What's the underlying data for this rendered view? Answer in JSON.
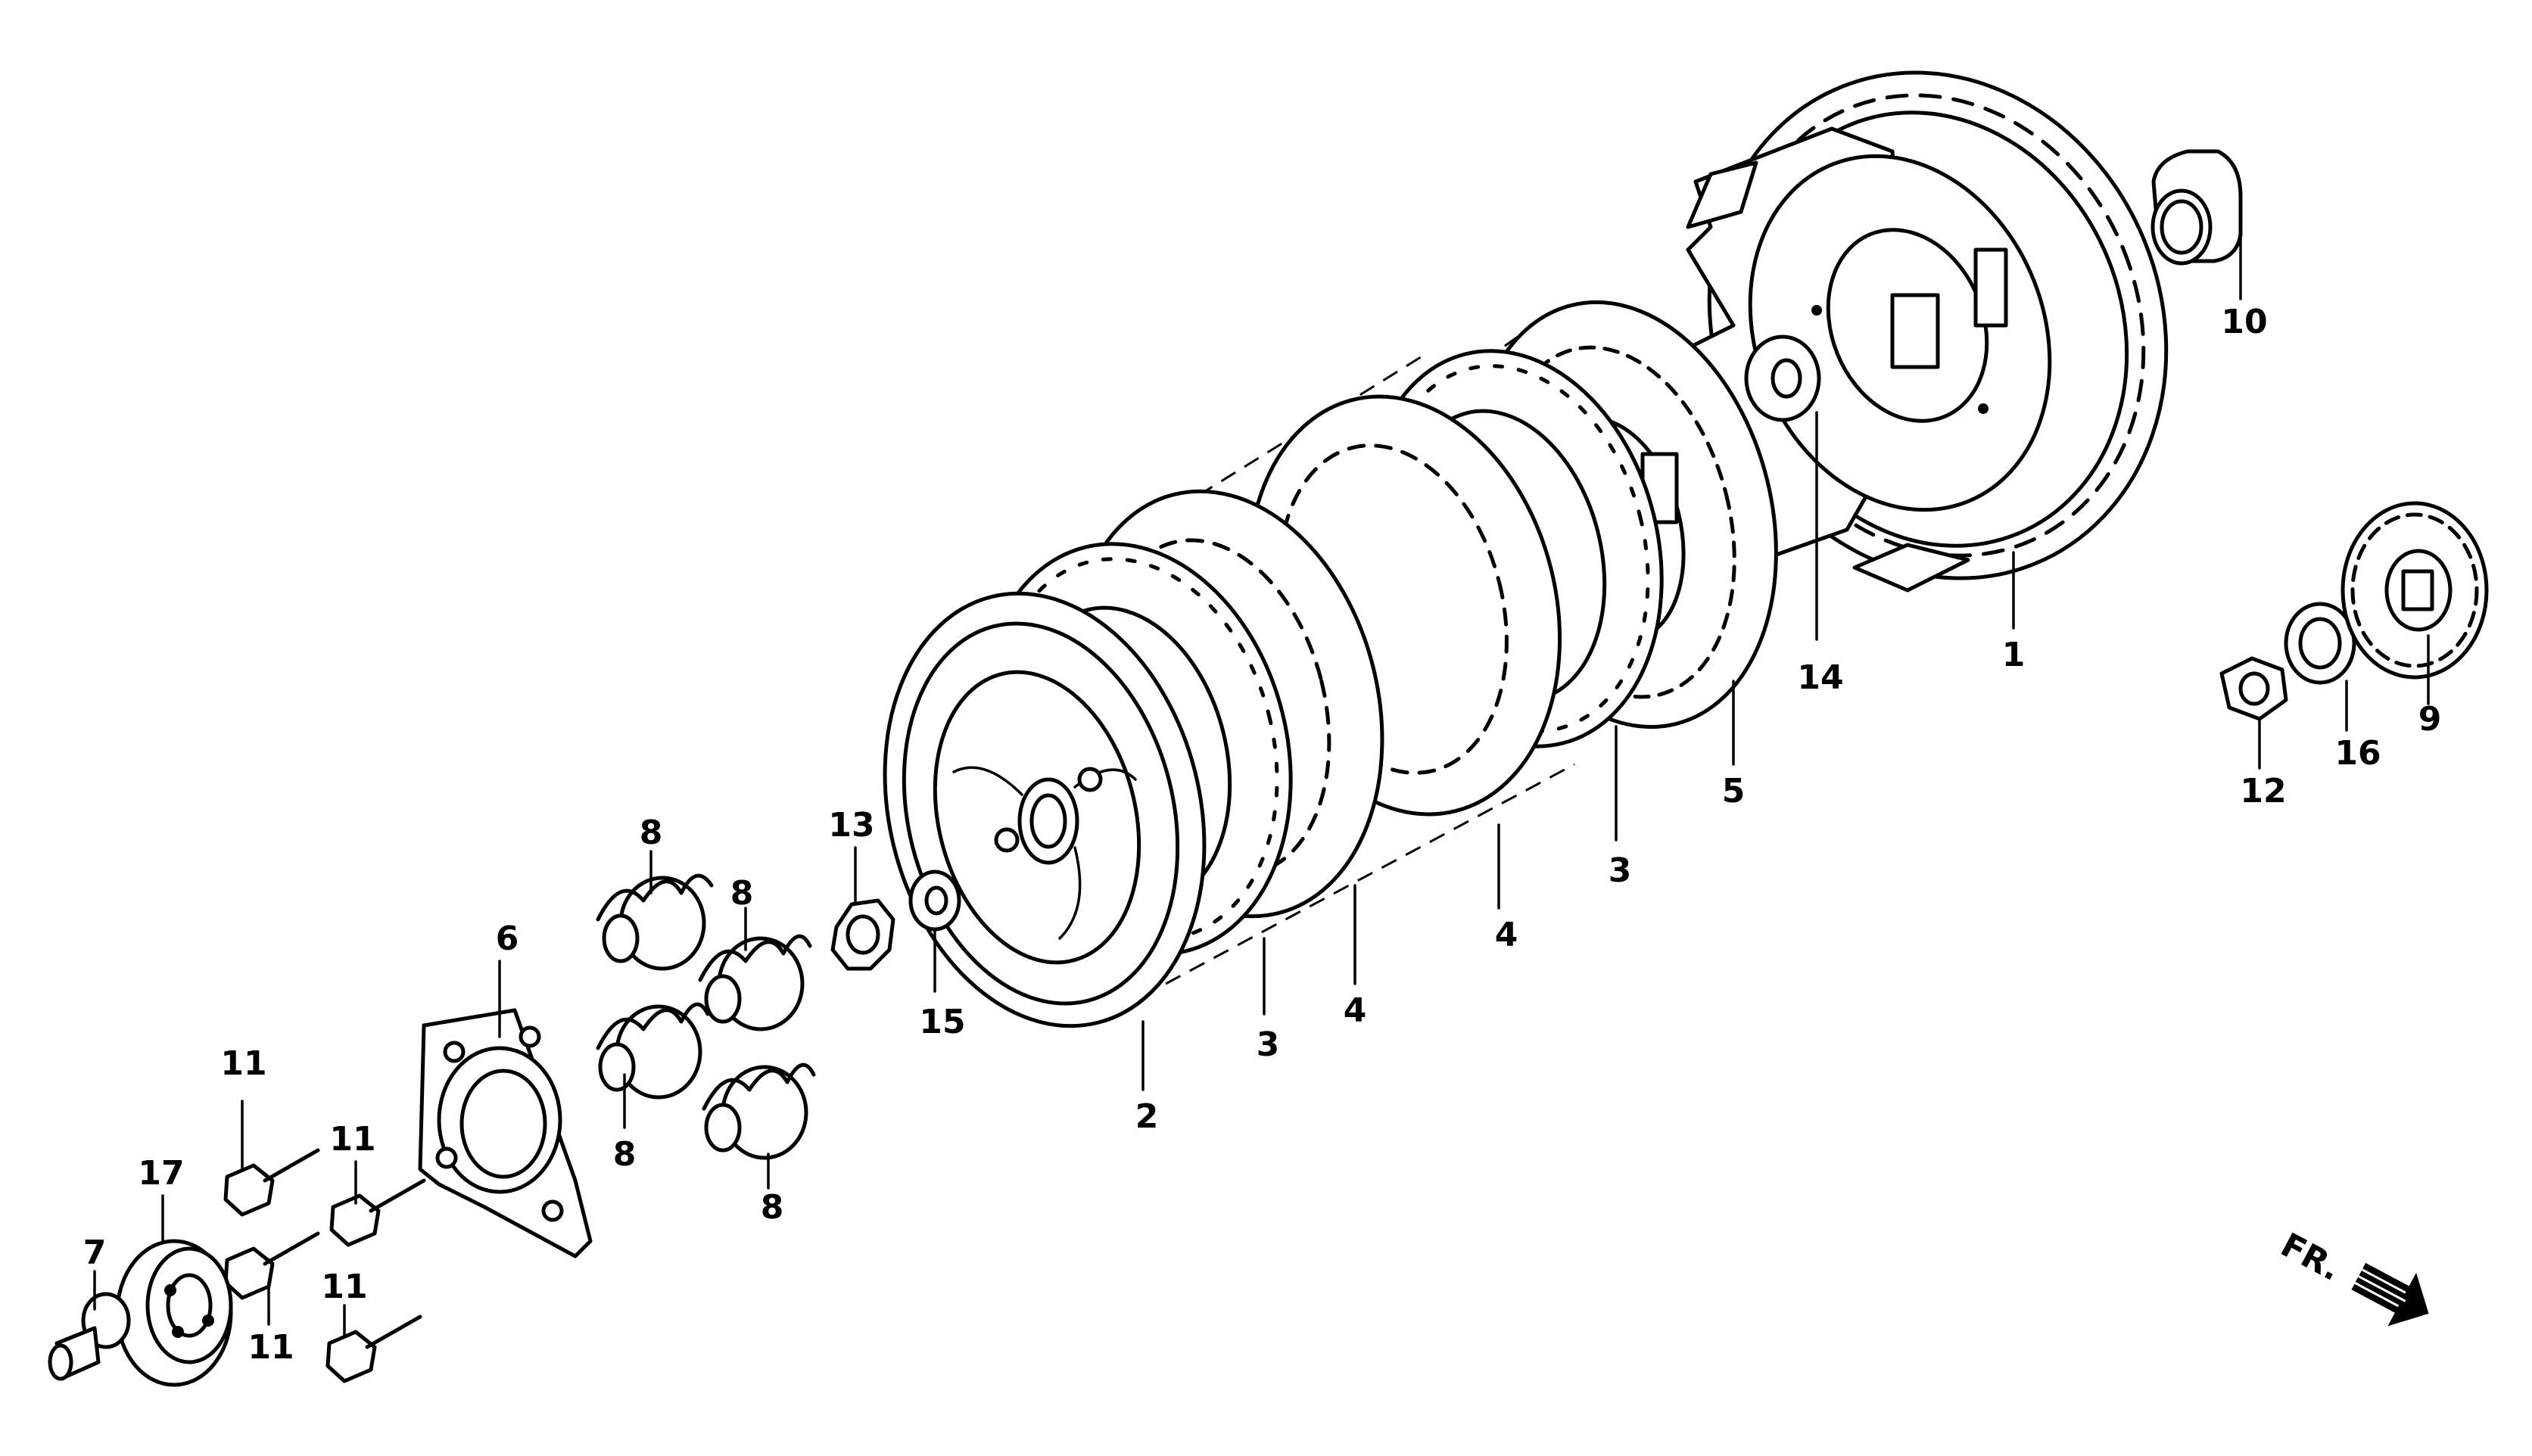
{
  "labels": {
    "l1": "1",
    "l2": "2",
    "l3a": "3",
    "l3b": "3",
    "l4a": "4",
    "l4b": "4",
    "l5": "5",
    "l6": "6",
    "l7": "7",
    "l8a": "8",
    "l8b": "8",
    "l8c": "8",
    "l8d": "8",
    "l9": "9",
    "l10": "10",
    "l11a": "11",
    "l11b": "11",
    "l11c": "11",
    "l11d": "11",
    "l12": "12",
    "l13": "13",
    "l14": "14",
    "l15": "15",
    "l16": "16",
    "l17": "17"
  },
  "direction_marker": {
    "text": "FR.",
    "icon": "front-direction-arrow-icon"
  }
}
